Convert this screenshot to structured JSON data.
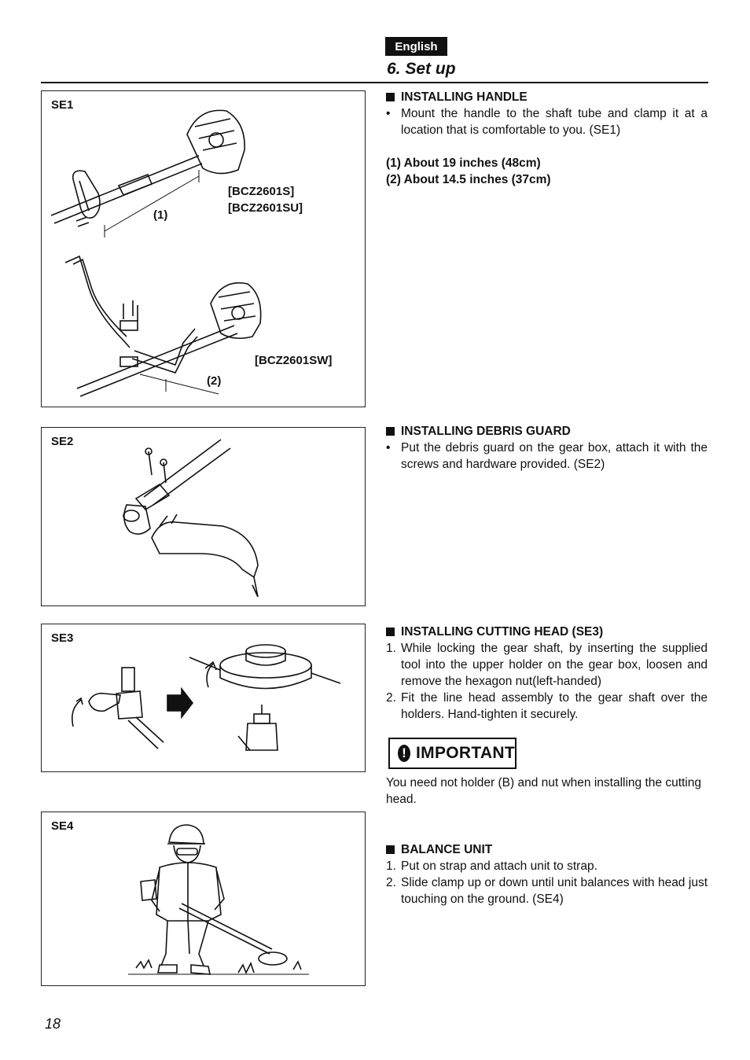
{
  "header": {
    "language": "English",
    "section_title": "6. Set up"
  },
  "figures": {
    "se1": {
      "label": "SE1",
      "model_a_line1": "[BCZ2601S]",
      "model_a_line2": "[BCZ2601SU]",
      "model_b": "[BCZ2601SW]",
      "callout_1": "(1)",
      "callout_2": "(2)"
    },
    "se2": {
      "label": "SE2"
    },
    "se3": {
      "label": "SE3"
    },
    "se4": {
      "label": "SE4"
    }
  },
  "sections": {
    "handle": {
      "heading": "INSTALLING HANDLE",
      "bullet": "•",
      "text": "Mount the handle to the shaft tube and clamp it at a location that is comfortable to you. (SE1)",
      "dim1": "(1) About 19 inches (48cm)",
      "dim2": "(2) About 14.5 inches (37cm)"
    },
    "guard": {
      "heading": "INSTALLING DEBRIS GUARD",
      "bullet": "•",
      "text": "Put the debris guard on the gear box, attach it with the screws and hardware provided. (SE2)"
    },
    "cutting_head": {
      "heading": "INSTALLING CUTTING HEAD (SE3)",
      "step1_num": "1.",
      "step1": "While locking the gear shaft, by inserting the supplied tool into the upper holder on the gear box, loosen and remove the hexagon nut(left-handed)",
      "step2_num": "2.",
      "step2": "Fit the line head assembly to the gear shaft over the holders. Hand-tighten it securely."
    },
    "important": {
      "icon": "!",
      "label": "IMPORTANT",
      "note": "You need not holder (B) and nut when installing the cutting head."
    },
    "balance": {
      "heading": "BALANCE UNIT",
      "step1_num": "1.",
      "step1": "Put on strap and attach unit to strap.",
      "step2_num": "2.",
      "step2": "Slide clamp up or down until unit balances with head just touching on the ground. (SE4)"
    }
  },
  "footer": {
    "page_number": "18"
  }
}
